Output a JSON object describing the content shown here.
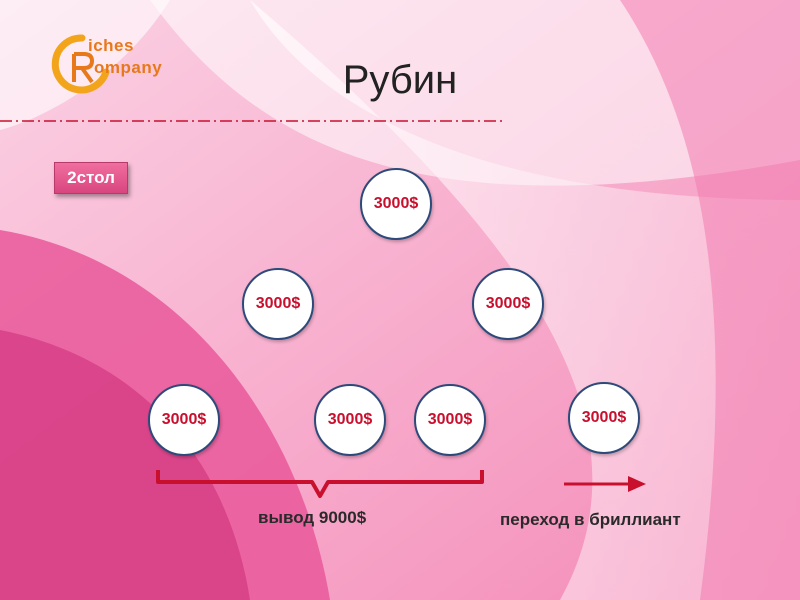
{
  "logo": {
    "top_word": "iches",
    "bottom_word": "ompany",
    "accent": "#e8791a"
  },
  "title": "Рубин",
  "badge": "2стол",
  "nodes": [
    "3000$",
    "3000$",
    "3000$",
    "3000$",
    "3000$",
    "3000$",
    "3000$"
  ],
  "captions": {
    "withdraw": "вывод 9000$",
    "transition": "переход в бриллиант"
  },
  "colors": {
    "node_text": "#c8102e",
    "node_border": "#2d4a7a",
    "bracket": "#c8102e",
    "badge": "#e2568c"
  }
}
